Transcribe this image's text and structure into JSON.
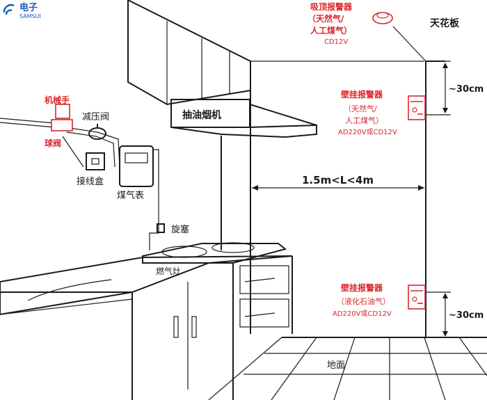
{
  "logo": {
    "brand": "电子",
    "name": "SAMSUI"
  },
  "ceiling_detector": {
    "title": "吸顶报警器",
    "gas": "（天然气/",
    "gas2": "人工煤气）",
    "power": "CD12V"
  },
  "ceiling_label": "天花板",
  "wall_detector_upper": {
    "title": "壁挂报警器",
    "gas": "（天然气/",
    "gas2": "人工煤气）",
    "power": "AD220V或CD12V"
  },
  "wall_detector_lower": {
    "title": "壁挂报警器",
    "gas": "（液化石油气）",
    "power": "AD220V或CD12V"
  },
  "dim_top": "~30cm",
  "dim_bottom": "~30cm",
  "distance": "1.5m<L<4m",
  "hood": "抽油烟机",
  "manipulator": "机械手",
  "ball_valve": "球阀",
  "pressure_valve": "减压阀",
  "junction_box": "接线盒",
  "gas_meter": "煤气表",
  "plug_valve": "旋塞",
  "stove": "燃气灶",
  "floor": "地面",
  "colors": {
    "red": "#d9262b",
    "line": "#1a1a1a",
    "logo": "#1a5fb4"
  }
}
